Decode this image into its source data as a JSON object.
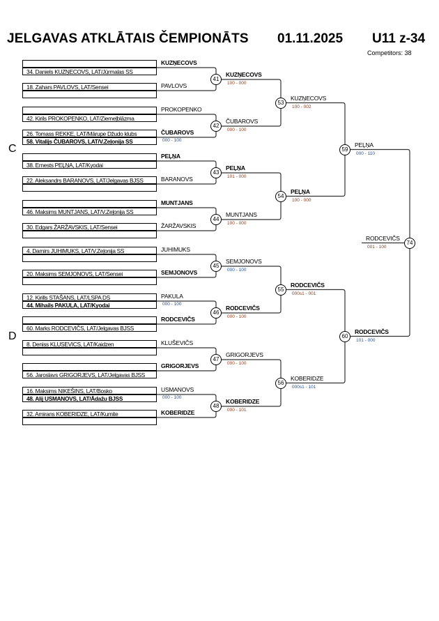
{
  "header": {
    "title": "JELGAVAS ATKLĀTAIS ČEMPIONĀTS",
    "date": "01.11.2025",
    "category": "U11 z-34",
    "competitors": "Competitors: 38"
  },
  "pools": [
    "C",
    "D"
  ],
  "colors": {
    "score_red": "#8b3a1a",
    "score_blue": "#1f4e9a",
    "line": "#333333"
  },
  "round1": [
    {
      "no": "41",
      "rows": [
        "",
        "34. Daniels KUZŅECOVS, LAT/Jūrmalas SS",
        "18. Zahars PAVLOVS, LAT/Sensei",
        ""
      ],
      "bold_rows": [],
      "top": "KUZŅECOVS",
      "top_bold": true,
      "bottom": "PAVLOVS",
      "bottom_bold": false,
      "pre_score": null
    },
    {
      "no": "42",
      "rows": [
        "",
        "42. Kirils PROKOPENKO, LAT/Ziemeļblāzma",
        "26. Tomass REKKE, LAT/Mārupe Džudo klubs",
        "58. Vitalijs ČUBAROVS, LAT/V.Zeļonija SS"
      ],
      "bold_rows": [
        3
      ],
      "top": "PROKOPENKO",
      "top_bold": false,
      "bottom": "ČUBAROVS",
      "bottom_bold": true,
      "pre_score": {
        "text": "000 - 100",
        "pos": "bottom"
      }
    },
    {
      "no": "43",
      "rows": [
        "",
        "38. Ernests PEĻŅA, LAT/Kyodai",
        "22. Aleksandrs BARANOVS, LAT/Jelgavas BJSS",
        ""
      ],
      "bold_rows": [],
      "top": "PEĻŅA",
      "top_bold": true,
      "bottom": "BARANOVS",
      "bottom_bold": false,
      "pre_score": null
    },
    {
      "no": "44",
      "rows": [
        "",
        "46. Maksims MUNTJANS, LAT/V.Zeļonija SS",
        "30. Edgars ŽARŽAVSKIS, LAT/Sensei",
        ""
      ],
      "bold_rows": [],
      "top": "MUNTJANS",
      "top_bold": true,
      "bottom": "ŽARŽAVSKIS",
      "bottom_bold": false,
      "pre_score": null
    },
    {
      "no": "45",
      "rows": [
        "4. Damirs JUHIMUKS, LAT/V.Zeļonija SS",
        "",
        "20. Maksims SEMJONOVS, LAT/Sensei",
        ""
      ],
      "bold_rows": [],
      "top": "JUHIMUKS",
      "top_bold": false,
      "bottom": "SEMJONOVS",
      "bottom_bold": true,
      "pre_score": null
    },
    {
      "no": "46",
      "rows": [
        "12. Kirills STAŠANS, LAT/LSPA DS",
        "44. Mihails PAKULA, LAT/Kyodai",
        "",
        "60. Marks RODCEVIČS, LAT/Jelgavas BJSS"
      ],
      "bold_rows": [
        1
      ],
      "top": "PAKULA",
      "top_bold": false,
      "bottom": "RODCEVIČS",
      "bottom_bold": true,
      "pre_score": {
        "text": "000 - 100",
        "pos": "top"
      }
    },
    {
      "no": "47",
      "rows": [
        "8. Deniss KLUSEVICS, LAT/Kaidzen",
        "",
        "",
        "56. Jaroslavs GRIGORJEVS, LAT/Jelgavas BJSS"
      ],
      "bold_rows": [],
      "top": "KLUŠEVIČS",
      "top_bold": false,
      "bottom": "GRIGORJEVS",
      "bottom_bold": true,
      "pre_score": null
    },
    {
      "no": "48",
      "rows": [
        "16. Maksims NIKEŠINS, LAT/Bosko",
        "48. Alij USMANOVS, LAT/Ādažu BJSS",
        "32. Amirans KOBERIDZE, LAT/Kumite",
        ""
      ],
      "bold_rows": [
        1
      ],
      "top": "USMANOVS",
      "top_bold": false,
      "bottom": "KOBERIDZE",
      "bottom_bold": true,
      "pre_score": {
        "text": "000 - 100",
        "pos": "top"
      }
    }
  ],
  "round2": [
    {
      "no": "53",
      "winners": [
        {
          "name": "KUZŅECOVS",
          "bold": true,
          "score": "100 - 000",
          "color": "red"
        },
        {
          "name": "ČUBAROVS",
          "bold": false,
          "score": "000 - 100",
          "color": "red"
        }
      ]
    },
    {
      "no": "54",
      "winners": [
        {
          "name": "PEĻŅA",
          "bold": true,
          "score": "101 - 000",
          "color": "red"
        },
        {
          "name": "MUNTJANS",
          "bold": false,
          "score": "100 - 000",
          "color": "red"
        }
      ]
    },
    {
      "no": "55",
      "winners": [
        {
          "name": "SEMJONOVS",
          "bold": false,
          "score": "000 - 100",
          "color": "blue"
        },
        {
          "name": "RODCEVIČS",
          "bold": true,
          "score": "000 - 100",
          "color": "red"
        }
      ]
    },
    {
      "no": "56",
      "winners": [
        {
          "name": "GRIGORJEVS",
          "bold": false,
          "score": "000 - 100",
          "color": "red"
        },
        {
          "name": "KOBERIDZE",
          "bold": true,
          "score": "000 - 101",
          "color": "red"
        }
      ]
    }
  ],
  "round3": [
    {
      "no": "59",
      "winners": [
        {
          "name": "KUZŅECOVS",
          "bold": false,
          "score": "100 - 002",
          "color": "red"
        },
        {
          "name": "PEĻŅA",
          "bold": true,
          "score": "100 - 000",
          "color": "red"
        }
      ]
    },
    {
      "no": "60",
      "winners": [
        {
          "name": "RODCEVIČS",
          "bold": true,
          "score": "000s1 - 001",
          "color": "red"
        },
        {
          "name": "KOBERIDZE",
          "bold": false,
          "score": "000s1 - 101",
          "color": "blue"
        }
      ]
    }
  ],
  "round4": [
    {
      "no": "74",
      "winners": [
        {
          "name": "PEĻŅA",
          "bold": false,
          "score": "000 - 110",
          "color": "blue"
        },
        {
          "name": "RODCEVIČS",
          "bold": true,
          "score": "101 - 000",
          "color": "blue"
        }
      ]
    }
  ],
  "final": {
    "name": "RODCEVIČS",
    "score": "001 - 100",
    "color": "red"
  }
}
